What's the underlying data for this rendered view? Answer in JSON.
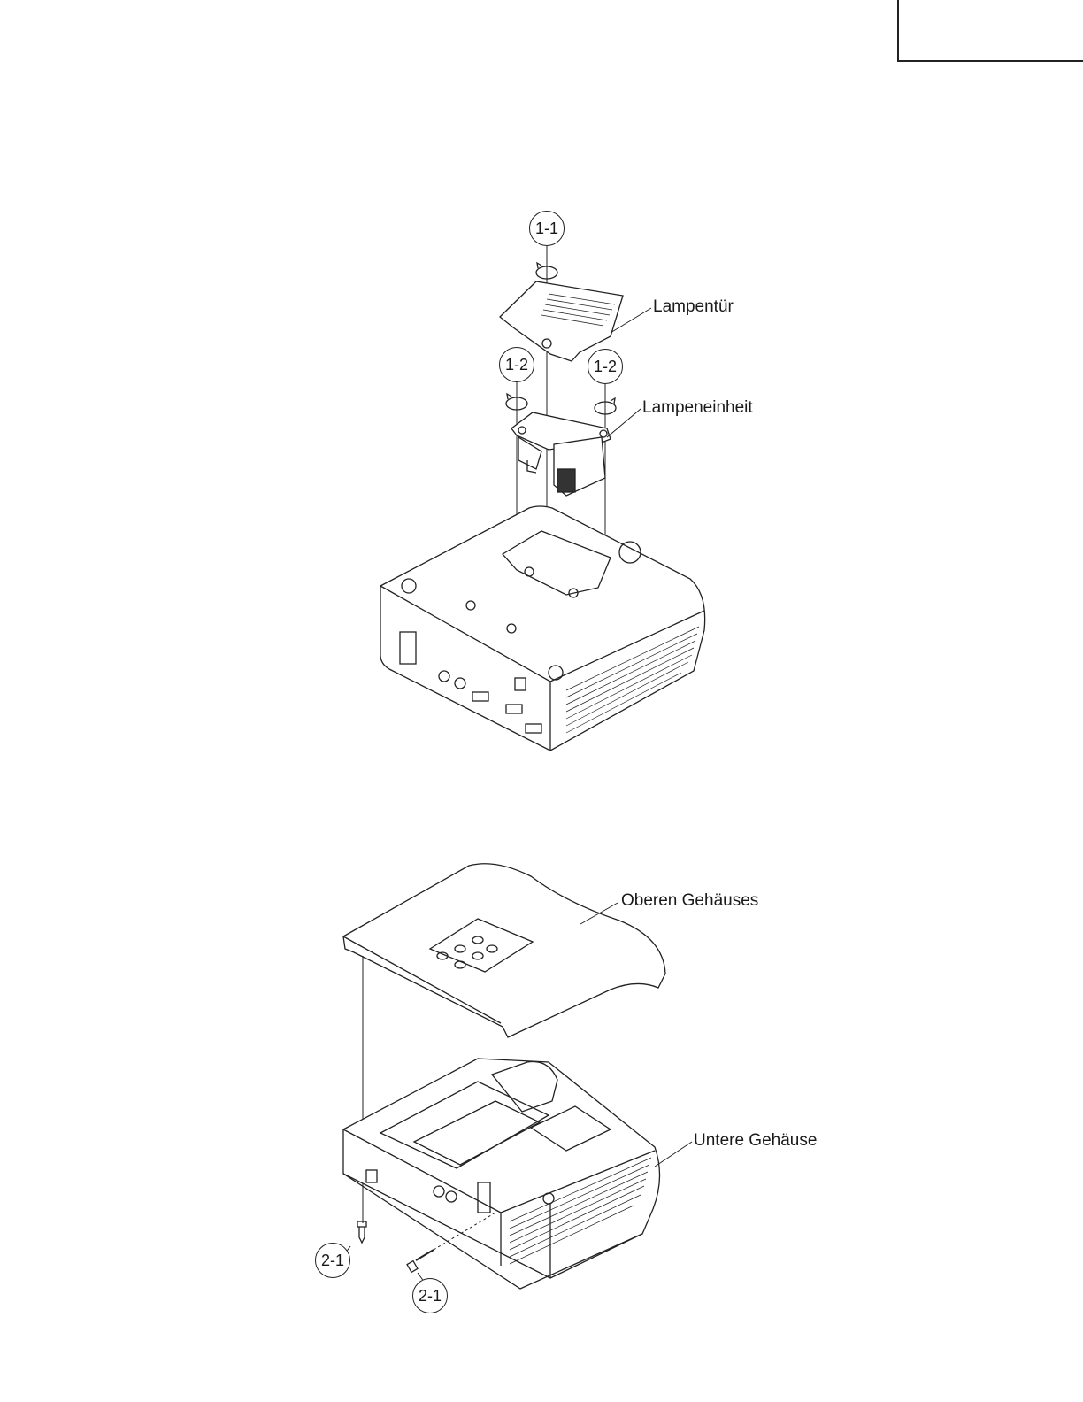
{
  "figure1": {
    "callouts": {
      "c1_1": "1-1",
      "c1_2_left": "1-2",
      "c1_2_right": "1-2"
    },
    "labels": {
      "lamp_door": "Lampentür",
      "lamp_unit": "Lampeneinheit"
    }
  },
  "figure2": {
    "callouts": {
      "c2_1_left": "2-1",
      "c2_1_bottom": "2-1"
    },
    "labels": {
      "top_cabinet": "Oberen Gehäuses",
      "bottom_cabinet": "Untere Gehäuse"
    }
  }
}
